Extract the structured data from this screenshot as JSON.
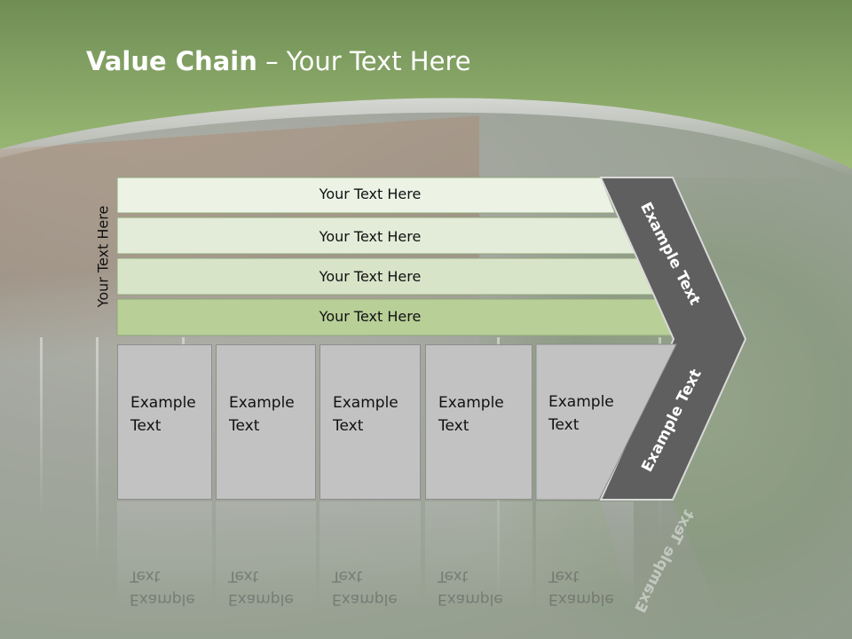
{
  "title": {
    "bold": "Value Chain",
    "rest": " – Your Text Here"
  },
  "side_label": "Your Text Here",
  "rows": [
    {
      "label": "Your Text Here"
    },
    {
      "label": "Your Text Here"
    },
    {
      "label": "Your Text Here"
    },
    {
      "label": "Your Text Here"
    }
  ],
  "boxes": [
    {
      "label": "Example\nText"
    },
    {
      "label": "Example\nText"
    },
    {
      "label": "Example\nText"
    },
    {
      "label": "Example\nText"
    },
    {
      "label": "Example\nText"
    }
  ],
  "chevron": {
    "upper_label": "Example Text",
    "lower_label": "Example Text"
  },
  "colors": {
    "header_green": "#8fad6a",
    "row_fills": [
      "#ecf2e4",
      "#e3ecd8",
      "#d8e4c8",
      "#b8cf98"
    ],
    "box_fill": "#c2c2c2",
    "chevron_fill": "#5f5f5f"
  }
}
